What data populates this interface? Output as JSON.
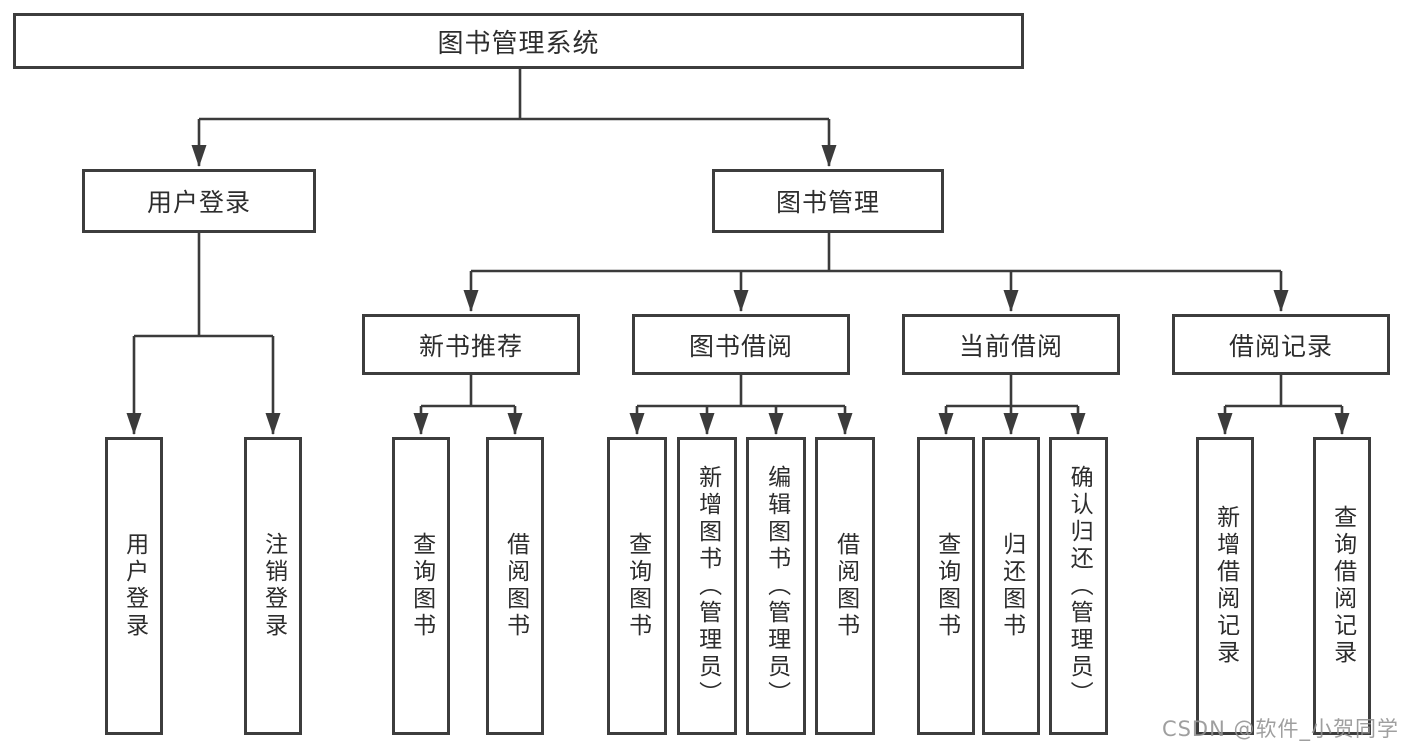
{
  "tree": {
    "root": {
      "label": "图书管理系统",
      "children": [
        {
          "label": "用户登录",
          "children": [
            {
              "label": "用户登录"
            },
            {
              "label": "注销登录"
            }
          ]
        },
        {
          "label": "图书管理",
          "children": [
            {
              "label": "新书推荐",
              "children": [
                {
                  "label": "查询图书"
                },
                {
                  "label": "借阅图书"
                }
              ]
            },
            {
              "label": "图书借阅",
              "children": [
                {
                  "label": "查询图书"
                },
                {
                  "label": "新增图书（管理员）"
                },
                {
                  "label": "编辑图书（管理员）"
                },
                {
                  "label": "借阅图书"
                }
              ]
            },
            {
              "label": "当前借阅",
              "children": [
                {
                  "label": "查询图书"
                },
                {
                  "label": "归还图书"
                },
                {
                  "label": "确认归还（管理员）"
                }
              ]
            },
            {
              "label": "借阅记录",
              "children": [
                {
                  "label": "新增借阅记录"
                },
                {
                  "label": "查询借阅记录"
                }
              ]
            }
          ]
        }
      ]
    }
  },
  "watermark": {
    "text": "CSDN @软件_小贺同学"
  },
  "colors": {
    "background": "#ffffff",
    "box_border": "#3d3d3d",
    "connector_line": "#3b3b3b",
    "text": "#2d2d2d",
    "watermark_text": "#929292"
  }
}
